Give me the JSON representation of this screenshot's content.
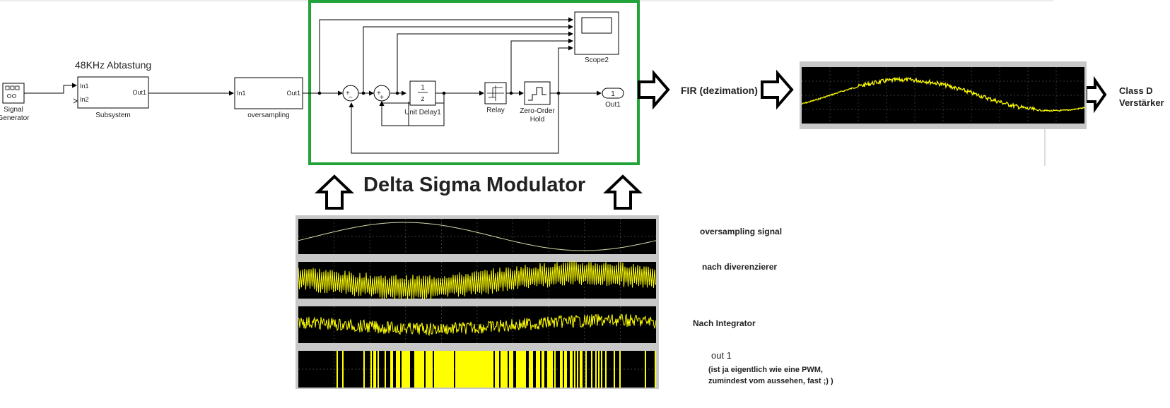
{
  "blocks": {
    "signal_generator": {
      "line1": "Signal",
      "line2": "Generator"
    },
    "subsystem": {
      "title": "48KHz Abtastung",
      "in1": "In1",
      "in2": "In2",
      "out1": "Out1",
      "name": "Subsystem"
    },
    "oversampling": {
      "in1": "In1",
      "out1": "Out1",
      "name": "oversampling"
    },
    "sum1": {
      "plus": "+",
      "minus": "−"
    },
    "sum2": {
      "plus1": "+",
      "plus2": "+"
    },
    "unit_delay": {
      "numerator": "1",
      "denominator": "z",
      "name": "Unit Delay1"
    },
    "relay": {
      "name": "Relay"
    },
    "zoh": {
      "line1": "Zero-Order",
      "line2": "Hold"
    },
    "outport": {
      "number": "1",
      "name": "Out1"
    },
    "scope": {
      "name": "Scope2"
    }
  },
  "labels": {
    "delta_sigma": "Delta Sigma Modulator",
    "fir": "FIR (dezimation)",
    "class_d_line1": "Class D",
    "class_d_line2": "Verstärker",
    "oversampling_signal": "oversampling signal",
    "nach_diverenzierer": "nach diverenzierer",
    "nach_integrator": "Nach Integrator",
    "out1": "out 1",
    "pwm_line1": "(ist ja eigentlich wie eine PWM,",
    "pwm_line2": "zumindest vom aussehen, fast ;) )"
  },
  "colors": {
    "highlight_border": "#22a33a",
    "scope_background": "#000000",
    "trace": "#ffff00",
    "grid": "#555555"
  }
}
